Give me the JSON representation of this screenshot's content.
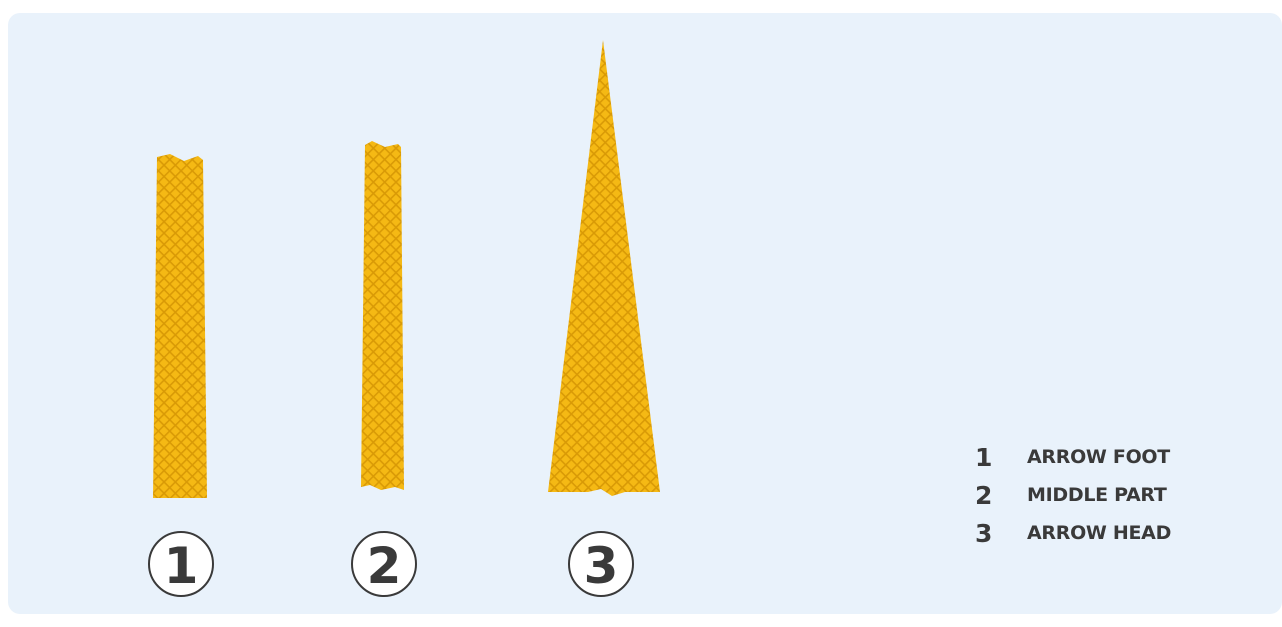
{
  "parts": [
    {
      "number": "1",
      "name": "ARROW FOOT"
    },
    {
      "number": "2",
      "name": "MIDDLE PART"
    },
    {
      "number": "3",
      "name": "ARROW HEAD"
    }
  ],
  "colors": {
    "background": "#e9f2fb",
    "piece_fill": "#f5b914",
    "piece_pattern": "#d99a06",
    "text": "#3a3a3a"
  }
}
